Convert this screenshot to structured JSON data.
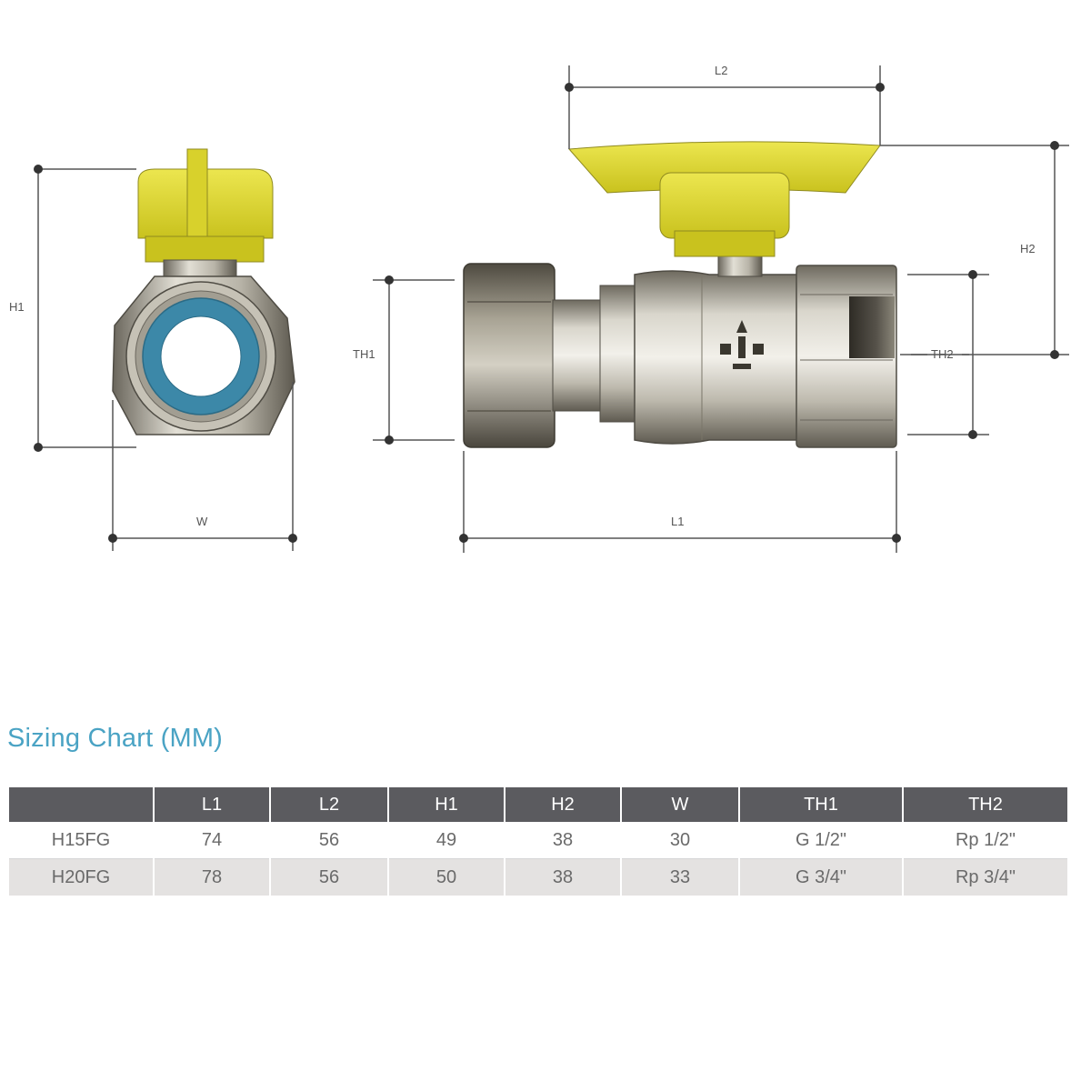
{
  "dimensions": {
    "h1": "H1",
    "w": "W",
    "l2": "L2",
    "h2": "H2",
    "th1": "TH1",
    "th2": "TH2",
    "l1": "L1"
  },
  "chart_title": "Sizing Chart (MM)",
  "table": {
    "headers": [
      "",
      "L1",
      "L2",
      "H1",
      "H2",
      "W",
      "TH1",
      "TH2"
    ],
    "rows": [
      [
        "H15FG",
        "74",
        "56",
        "49",
        "38",
        "30",
        "G 1/2\"",
        "Rp 1/2\""
      ],
      [
        "H20FG",
        "78",
        "56",
        "50",
        "38",
        "33",
        "G 3/4\"",
        "Rp 3/4\""
      ]
    ]
  },
  "colors": {
    "handle_yellow": "#e3dc3b",
    "seal_blue": "#3c88a8",
    "brass_grey": "#9a968a",
    "title_blue": "#4aa3c4",
    "header_grey": "#5b5b5f"
  }
}
